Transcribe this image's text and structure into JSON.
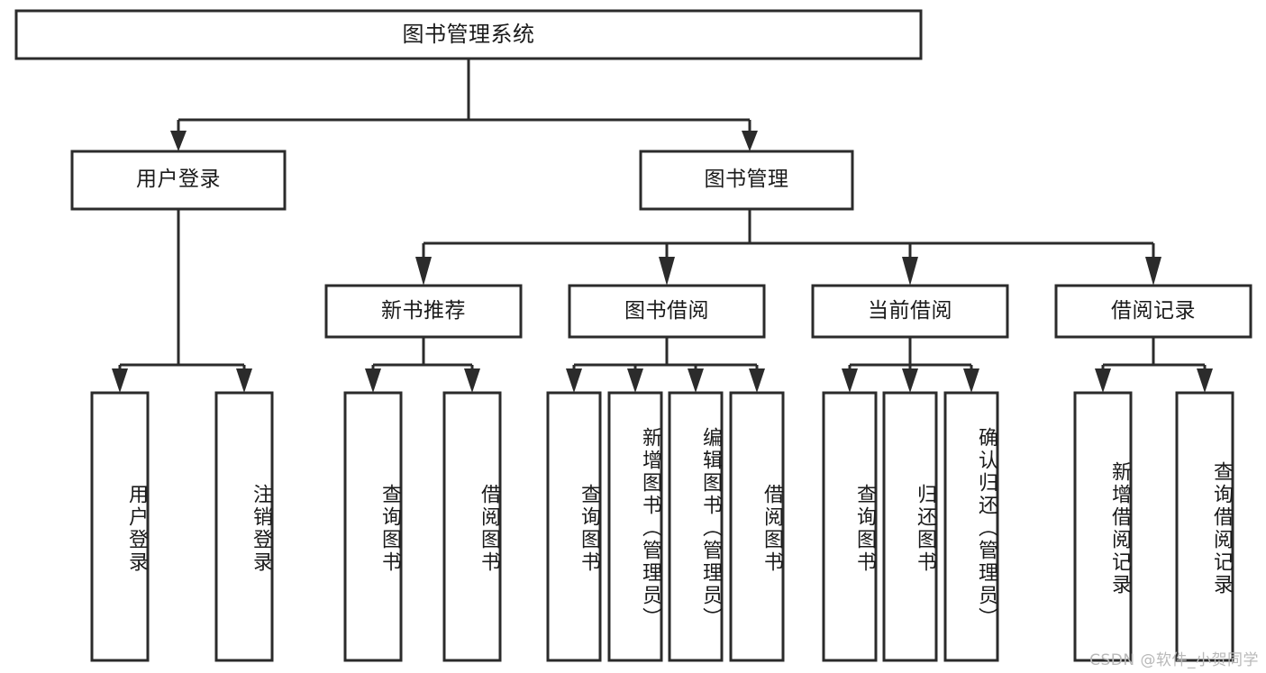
{
  "diagram": {
    "type": "hierarchy-tree",
    "title": "图书管理系统",
    "orientation": "top-down",
    "colors": {
      "box_stroke": "#2b2b2b",
      "box_fill": "#ffffff",
      "text": "#1a1a1a",
      "background": "#ffffff",
      "watermark": "#b9b9b9"
    },
    "levels": {
      "root": {
        "label": "图书管理系统"
      },
      "level2": [
        {
          "label": "用户登录"
        },
        {
          "label": "图书管理"
        }
      ],
      "level3": [
        {
          "label": "新书推荐"
        },
        {
          "label": "图书借阅"
        },
        {
          "label": "当前借阅"
        },
        {
          "label": "借阅记录"
        }
      ],
      "level4": [
        {
          "label": "用户登录",
          "parent": "用户登录"
        },
        {
          "label": "注销登录",
          "parent": "用户登录"
        },
        {
          "label": "查询图书",
          "parent": "新书推荐"
        },
        {
          "label": "借阅图书",
          "parent": "新书推荐"
        },
        {
          "label": "查询图书",
          "parent": "图书借阅"
        },
        {
          "label": "新增图书（管理员）",
          "parent": "图书借阅"
        },
        {
          "label": "编辑图书（管理员）",
          "parent": "图书借阅"
        },
        {
          "label": "借阅图书",
          "parent": "图书借阅"
        },
        {
          "label": "查询图书",
          "parent": "当前借阅"
        },
        {
          "label": "归还图书",
          "parent": "当前借阅"
        },
        {
          "label": "确认归还（管理员）",
          "parent": "当前借阅"
        },
        {
          "label": "新增借阅记录",
          "parent": "借阅记录"
        },
        {
          "label": "查询借阅记录",
          "parent": "借阅记录"
        }
      ]
    }
  },
  "watermark": {
    "text": "CSDN @软件_小贺同学"
  }
}
